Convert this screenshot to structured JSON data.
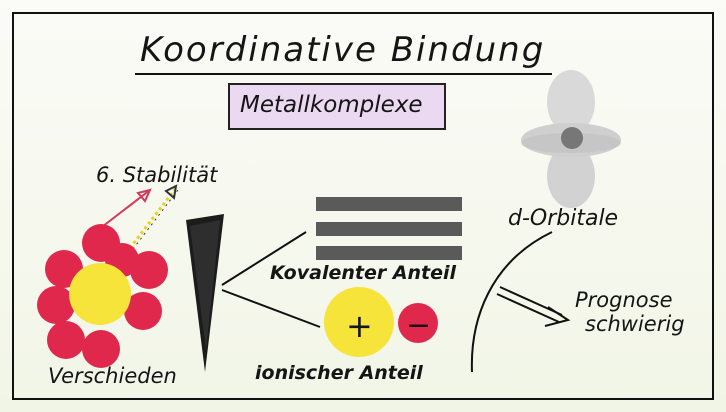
{
  "title": "Koordinative Bindung",
  "subtitle": "Metallkomplexe",
  "labels": {
    "stability": "6. Stabilität",
    "covalent": "Kovalenter Anteil",
    "ionic": "ionischer Anteil",
    "different": "Verschieden",
    "orbitals": "d-Orbitale",
    "prognosis": "Prognose",
    "difficult": "schwierig",
    "plus": "+",
    "minus": "−"
  },
  "colors": {
    "ligand_red": "#e0284c",
    "metal_yellow": "#f6e43a",
    "subtitle_bg": "#ead9f1",
    "bar_grey": "#5a5a5a",
    "minus_red": "#e0284c",
    "orbital_grey": "#d9d9d9",
    "orbital_core": "#777777"
  }
}
